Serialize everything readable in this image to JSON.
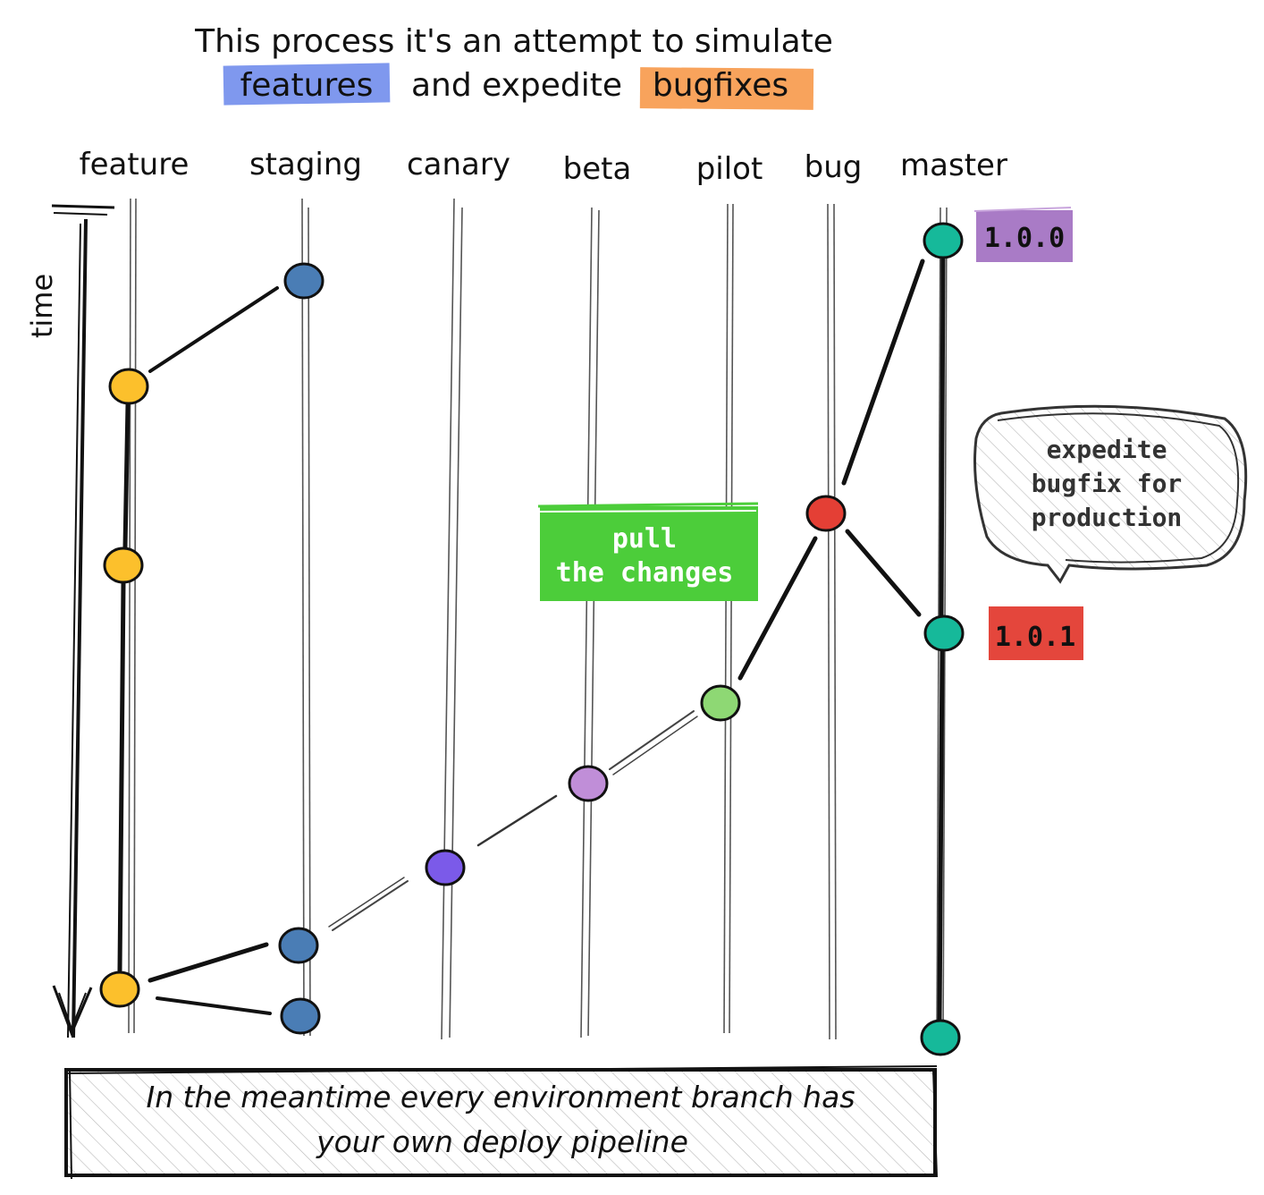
{
  "title": {
    "line1": "This process it's an attempt to simulate",
    "highlight_features": "features",
    "middle": "and expedite",
    "highlight_bugfixes": "bugfixes"
  },
  "branches": [
    {
      "id": "feature",
      "label": "feature"
    },
    {
      "id": "staging",
      "label": "staging"
    },
    {
      "id": "canary",
      "label": "canary"
    },
    {
      "id": "beta",
      "label": "beta"
    },
    {
      "id": "pilot",
      "label": "pilot"
    },
    {
      "id": "bug",
      "label": "bug"
    },
    {
      "id": "master",
      "label": "master"
    }
  ],
  "time_axis_label": "time",
  "tags": {
    "v100": "1.0.0",
    "v101": "1.0.1"
  },
  "notes": {
    "pull_line1": "pull",
    "pull_line2": "the changes",
    "bubble_line1": "expedite",
    "bubble_line2": "bugfix for",
    "bubble_line3": "production"
  },
  "footer": {
    "line1": "In the meantime every environment branch has",
    "line2": "your own deploy pipeline"
  },
  "colors": {
    "feature": "#fcc02c",
    "staging": "#4a7db5",
    "canary": "#7b5ae9",
    "beta": "#c08ed8",
    "pilot": "#8ed874",
    "bug": "#e43f35",
    "master": "#16b99a",
    "tag_100": "#a97bc6",
    "tag_101": "#e4463c",
    "pull_note": "#4ccd3a",
    "features_highlight": "#7f98ee",
    "bugfixes_highlight": "#f8a35c"
  }
}
